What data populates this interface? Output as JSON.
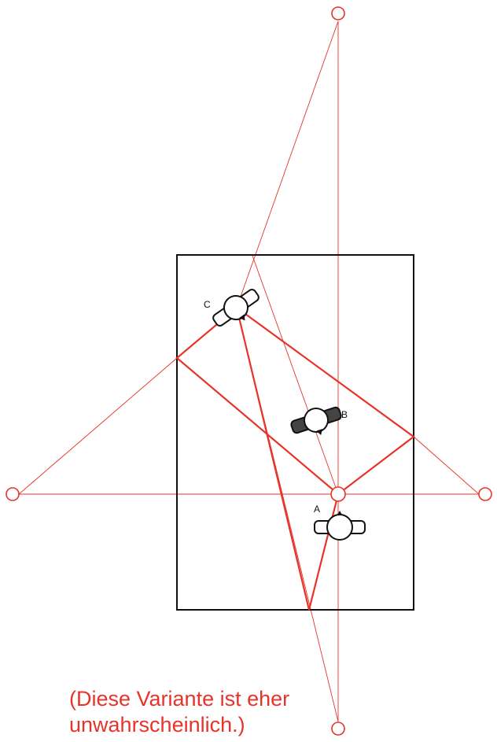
{
  "colors": {
    "construction": "#e8332a",
    "room": "#111111",
    "shoulders_dark": "#444444"
  },
  "labels": {
    "a": "A",
    "b": "B",
    "c": "C"
  },
  "caption": {
    "line1": "(Diese Variante ist eher",
    "line2": "unwahrscheinlich.)"
  }
}
